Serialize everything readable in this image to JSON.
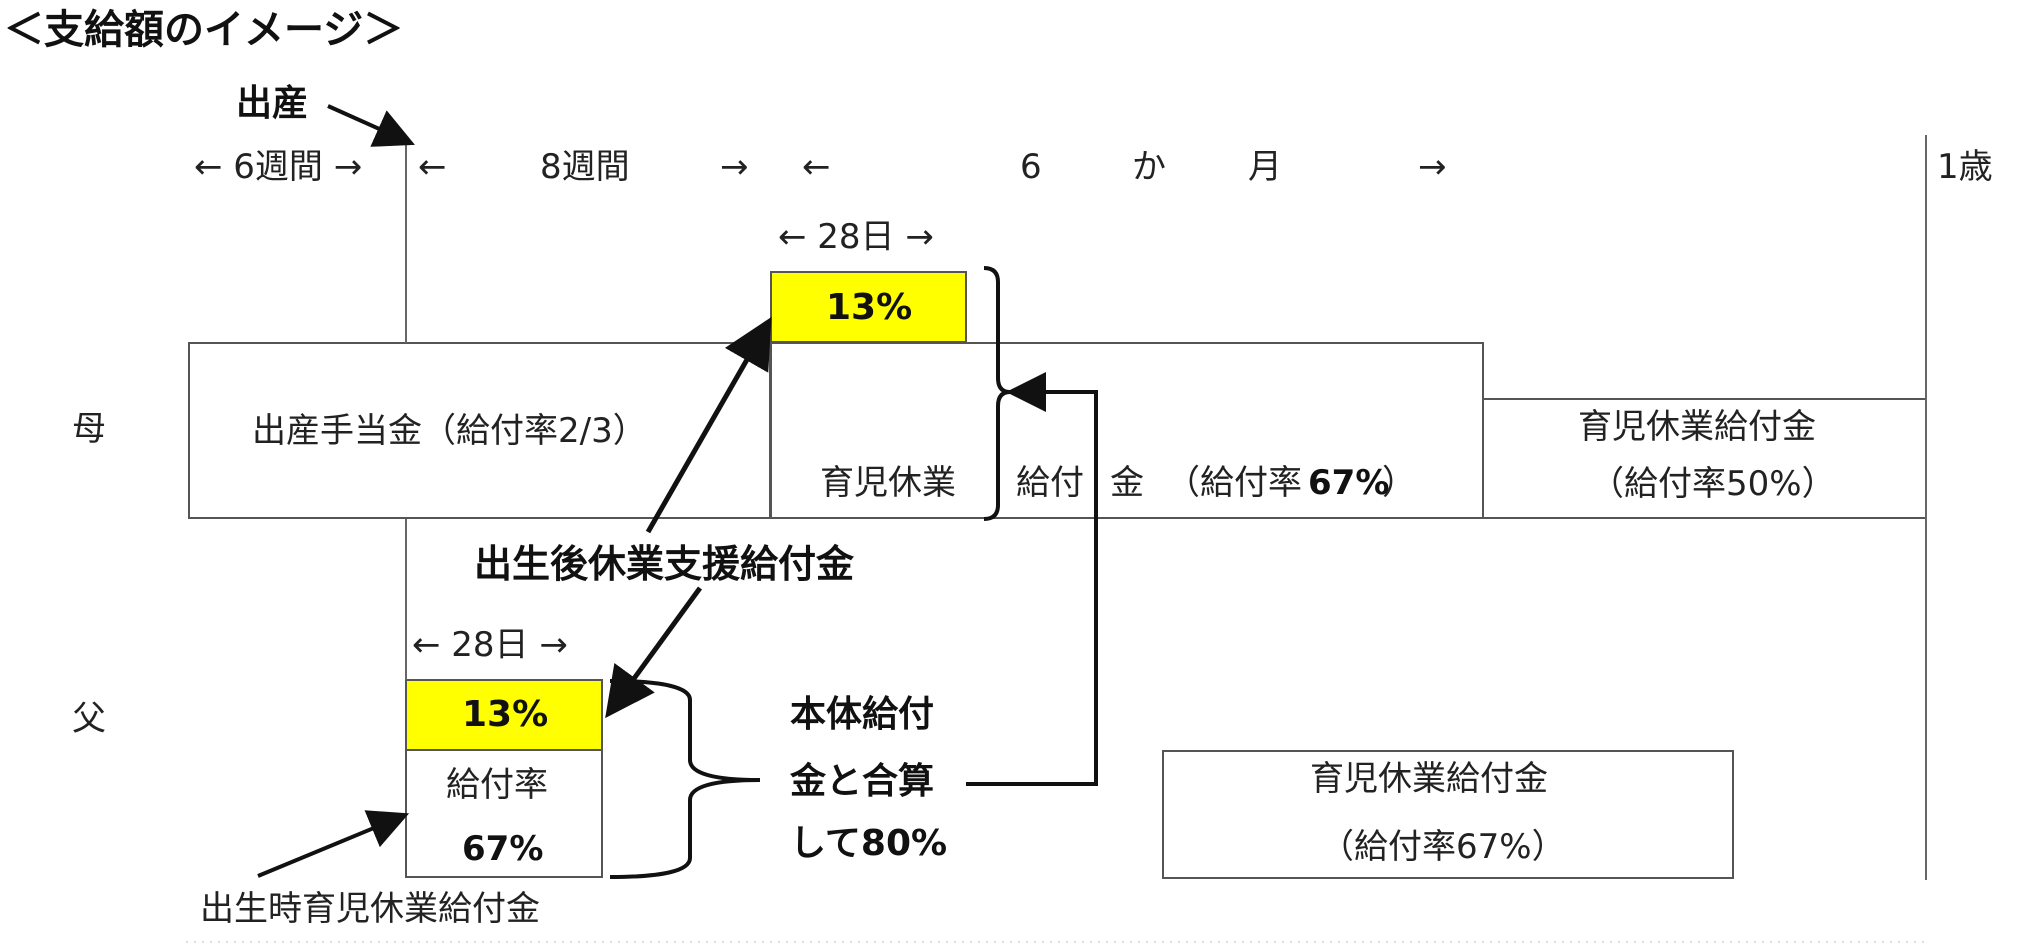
{
  "heading": "＜支給額のイメージ＞",
  "birth_label": "出産",
  "timeline": {
    "weeks6": "← 6週間 →",
    "weeks8_left": "←",
    "weeks8": "8週間",
    "weeks8_right": "→",
    "months_left": "←",
    "months_6": "6",
    "months_ka": "か",
    "months_tsuki": "月",
    "months_right": "→",
    "age1": "1歳"
  },
  "mother": {
    "row_label": "母",
    "days28": "← 28日 →",
    "bonus_pct": "13%",
    "maternity": "出産手当金（給付率2/3）",
    "childcare_part1": "育児休業",
    "childcare_part2": "給付",
    "childcare_part3": "金",
    "childcare_rate_prefix": "（給付率",
    "childcare_rate_value": "67%",
    "childcare_rate_suffix": "）",
    "later_line1": "育児休業給付金",
    "later_line2": "（給付率50%）"
  },
  "father": {
    "row_label": "父",
    "days28": "← 28日 →",
    "bonus_pct": "13%",
    "rate_label": "給付率",
    "rate_value": "67%",
    "later_line1": "育児休業給付金",
    "later_line2": "（給付率67%）"
  },
  "postbirth_benefit": "出生後休業支援給付金",
  "combined_line1": "本体給付",
  "combined_line2": "金と合算",
  "combined_line3": "して80%",
  "birth_benefit": "出生時育児休業給付金",
  "colors": {
    "highlight": "#ffff00",
    "line": "#111111",
    "border": "#555555"
  }
}
